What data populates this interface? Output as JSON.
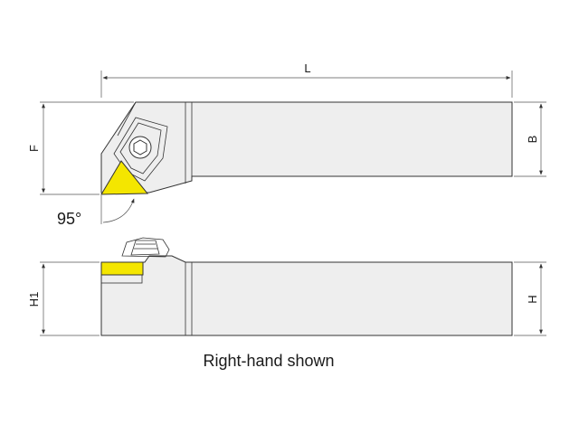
{
  "labels": {
    "length": "L",
    "head_height": "F",
    "shank_width": "B",
    "height_h1": "H1",
    "height_h": "H",
    "approach_angle": "95°",
    "caption": "Right-hand shown"
  },
  "colors": {
    "insert": "#f4e600",
    "body": "#eeeeee",
    "line": "#333333"
  }
}
